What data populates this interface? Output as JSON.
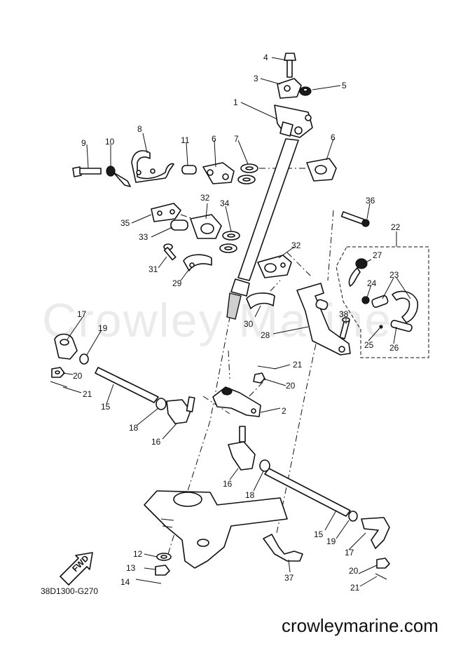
{
  "diagram": {
    "code": "38D1300-G270",
    "watermark": "Crowley Marine",
    "site_url": "crowleymarine.com",
    "fwd_label": "FWD",
    "callouts": [
      "1",
      "2",
      "3",
      "4",
      "5",
      "6",
      "7",
      "8",
      "9",
      "10",
      "11",
      "12",
      "13",
      "14",
      "15",
      "16",
      "17",
      "18",
      "19",
      "20",
      "21",
      "22",
      "23",
      "24",
      "25",
      "26",
      "27",
      "28",
      "29",
      "30",
      "31",
      "32",
      "33",
      "34",
      "35",
      "36",
      "37",
      "38"
    ]
  }
}
